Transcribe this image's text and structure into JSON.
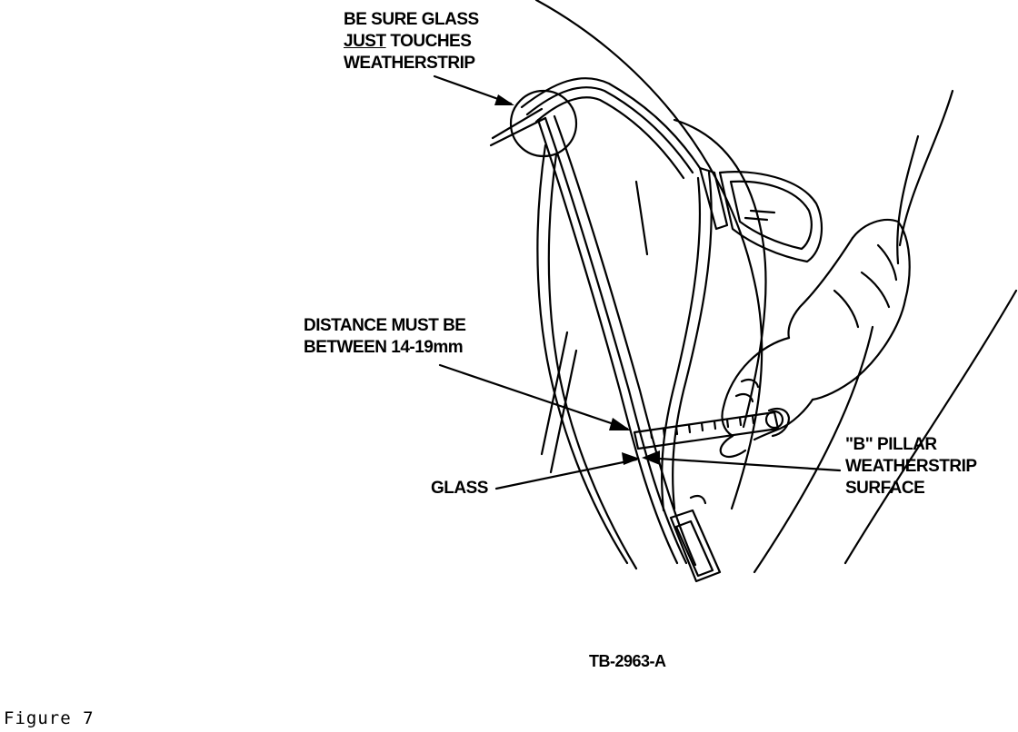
{
  "callouts": {
    "glass_touch": {
      "line1": "BE SURE GLASS",
      "line2_emphasis": "JUST",
      "line2_rest": " TOUCHES",
      "line3": "WEATHERSTRIP"
    },
    "distance": {
      "line1": "DISTANCE MUST BE",
      "line2": "BETWEEN 14-19mm"
    },
    "glass": {
      "line1": "GLASS"
    },
    "b_pillar": {
      "line1": "\"B\" PILLAR",
      "line2": "WEATHERSTRIP",
      "line3": "SURFACE"
    }
  },
  "reference_code": "TB-2963-A",
  "figure_caption": "Figure 7",
  "colors": {
    "ink": "#000000",
    "paper": "#ffffff"
  },
  "icons": {
    "detail_circle": "magnify-circle-icon",
    "ruler": "ruler-icon"
  }
}
